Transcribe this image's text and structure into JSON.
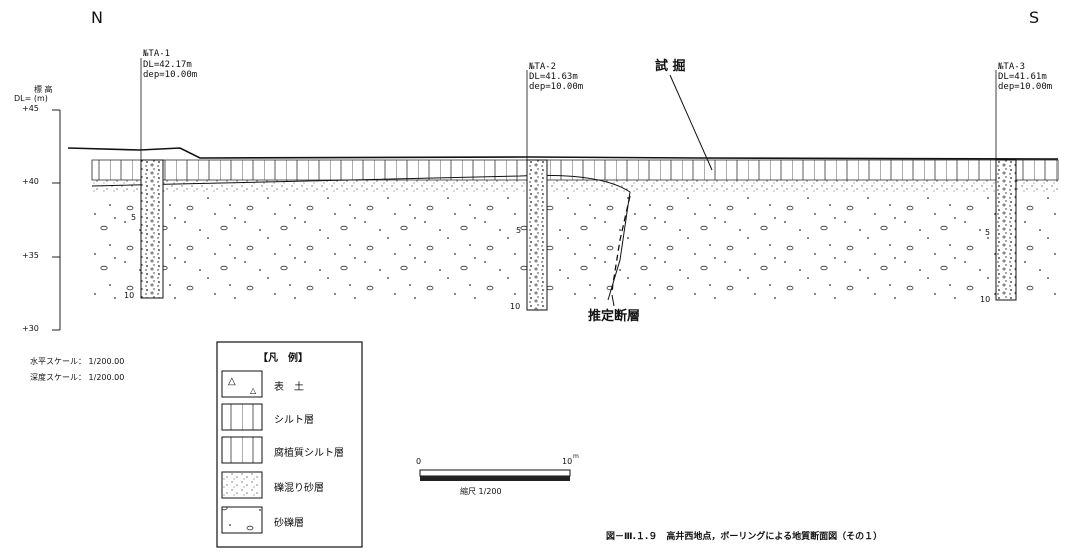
{
  "compass": {
    "north": "N",
    "south": "S"
  },
  "elevation_axis": {
    "title": "標 高",
    "unit": "DL= (m)",
    "ticks": [
      "+45",
      "+40",
      "+35",
      "+30"
    ]
  },
  "boreholes": [
    {
      "id": "№TA-1",
      "dl": "DL=42.17m",
      "depth": "dep=10.00m",
      "tick_5": "5",
      "tick_10": "10"
    },
    {
      "id": "№TA-2",
      "dl": "DL=41.63m",
      "depth": "dep=10.00m",
      "tick_5": "5",
      "tick_10": "10"
    },
    {
      "id": "№TA-3",
      "dl": "DL=41.61m",
      "depth": "dep=10.00m",
      "tick_5": "5",
      "tick_10": "10"
    }
  ],
  "annotations": {
    "trench": "試 掘",
    "fault": "推定断層"
  },
  "scales": {
    "horizontal": "水平スケール： 1/200.00",
    "vertical": "深度スケール： 1/200.00"
  },
  "legend": {
    "title": "【凡　例】",
    "items": [
      "表　土",
      "シルト層",
      "腐植質シルト層",
      "礫混り砂層",
      "砂礫層"
    ]
  },
  "scale_bar": {
    "start": "0",
    "end": "10",
    "unit": "m",
    "label": "縮尺 1/200"
  },
  "caption": "図－Ⅲ.１.９　高井西地点，ボーリングによる地質断面図（その１）"
}
